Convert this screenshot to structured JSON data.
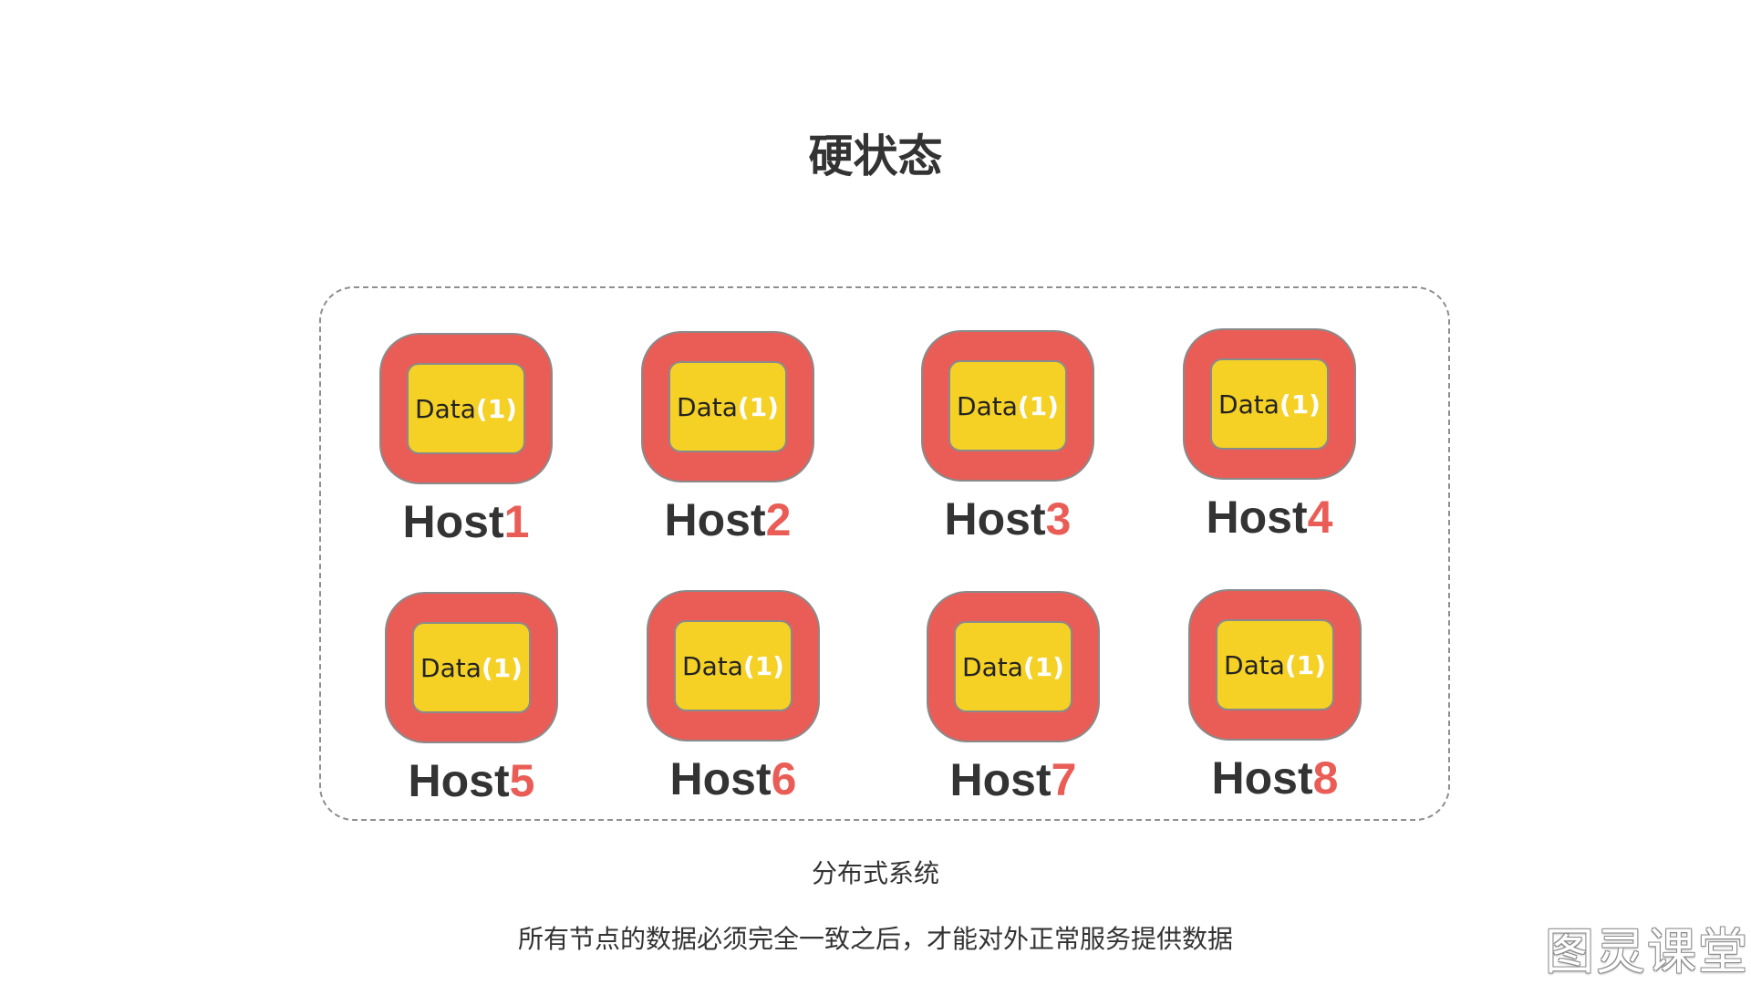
{
  "title": "硬状态",
  "cluster": {
    "hosts": [
      {
        "label": "Host",
        "number": "1",
        "data_label": "Data",
        "data_index": "(1)"
      },
      {
        "label": "Host",
        "number": "2",
        "data_label": "Data",
        "data_index": "(1)"
      },
      {
        "label": "Host",
        "number": "3",
        "data_label": "Data",
        "data_index": "(1)"
      },
      {
        "label": "Host",
        "number": "4",
        "data_label": "Data",
        "data_index": "(1)"
      },
      {
        "label": "Host",
        "number": "5",
        "data_label": "Data",
        "data_index": "(1)"
      },
      {
        "label": "Host",
        "number": "6",
        "data_label": "Data",
        "data_index": "(1)"
      },
      {
        "label": "Host",
        "number": "7",
        "data_label": "Data",
        "data_index": "(1)"
      },
      {
        "label": "Host",
        "number": "8",
        "data_label": "Data",
        "data_index": "(1)"
      }
    ]
  },
  "caption": "分布式系统",
  "description": "所有节点的数据必须完全一致之后，才能对外正常服务提供数据",
  "watermark": "图灵课堂",
  "colors": {
    "node_outer": "#ea5d57",
    "node_inner": "#f5d125",
    "host_number": "#ea5d57",
    "text": "#333333"
  }
}
